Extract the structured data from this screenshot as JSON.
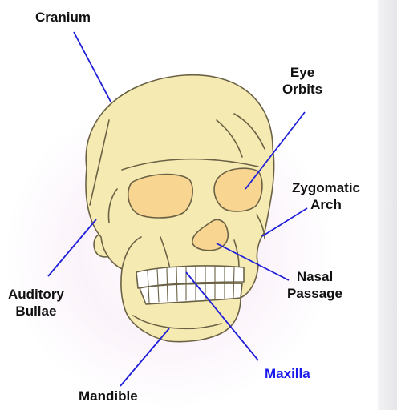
{
  "diagram": {
    "colors": {
      "bone": "#f5eab2",
      "bone_outline": "#6b6245",
      "cavity": "#f9d592",
      "halo": "#efcde8",
      "pointer": "#1f1fd9",
      "highlight": "#1a1aee",
      "text": "#111111"
    },
    "labels": {
      "cranium": "Cranium",
      "eye_orbits": [
        "Eye",
        "Orbits"
      ],
      "zygomatic_arch": [
        "Zygomatic",
        "Arch"
      ],
      "nasal_passage": [
        "Nasal",
        "Passage"
      ],
      "maxilla": "Maxilla",
      "mandible": "Mandible",
      "auditory_bullae": [
        "Auditory",
        "Bullae"
      ]
    },
    "highlighted": "maxilla"
  }
}
